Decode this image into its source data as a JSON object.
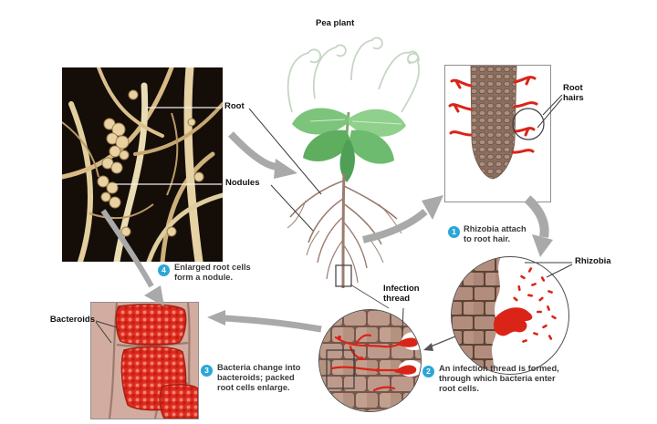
{
  "title_label": "Pea plant",
  "photo": {
    "label_root": "Root",
    "label_nodules": "Nodules"
  },
  "inset": {
    "label_lines": [
      "Root",
      "hairs"
    ]
  },
  "labels": {
    "rhizobia": "Rhizobia",
    "bacteroids": "Bacteroids",
    "infection_lines": [
      "Infection",
      "thread"
    ]
  },
  "steps": [
    {
      "num": "1",
      "lines": [
        "Rhizobia attach",
        "to root hair."
      ]
    },
    {
      "num": "2",
      "lines": [
        "An infection thread is formed,",
        "through which bacteria enter",
        "root cells."
      ]
    },
    {
      "num": "3",
      "lines": [
        "Bacteria change into",
        "bacteroids; packed",
        "root cells enlarge."
      ]
    },
    {
      "num": "4",
      "lines": [
        "Enlarged root cells",
        "form a nodule."
      ]
    }
  ],
  "colors": {
    "step_badge": "#2ba7d6",
    "red": "#da2418",
    "arrow": "#a9a9a9",
    "cell_fill": "#b28d7e",
    "cell_mortar": "#5d4434",
    "photo_bg": "#150d08"
  }
}
